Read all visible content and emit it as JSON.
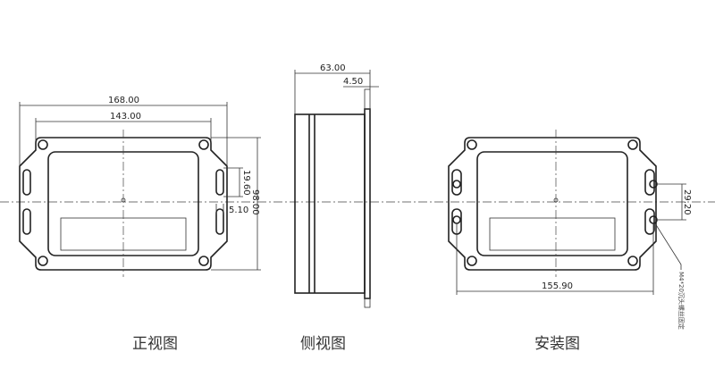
{
  "front": {
    "caption": "正视图",
    "dim_width_outer": "168.00",
    "dim_width_inner": "143.00",
    "dim_slot": "19.60",
    "dim_offset": "5.10",
    "dim_height": "98.00"
  },
  "side": {
    "caption": "侧视图",
    "dim_depth": "63.00",
    "dim_flange": "4.50"
  },
  "install": {
    "caption": "安装图",
    "dim_spacing": "29.20",
    "dim_width": "155.90",
    "note": "M4*20沉头螺丝固定"
  }
}
